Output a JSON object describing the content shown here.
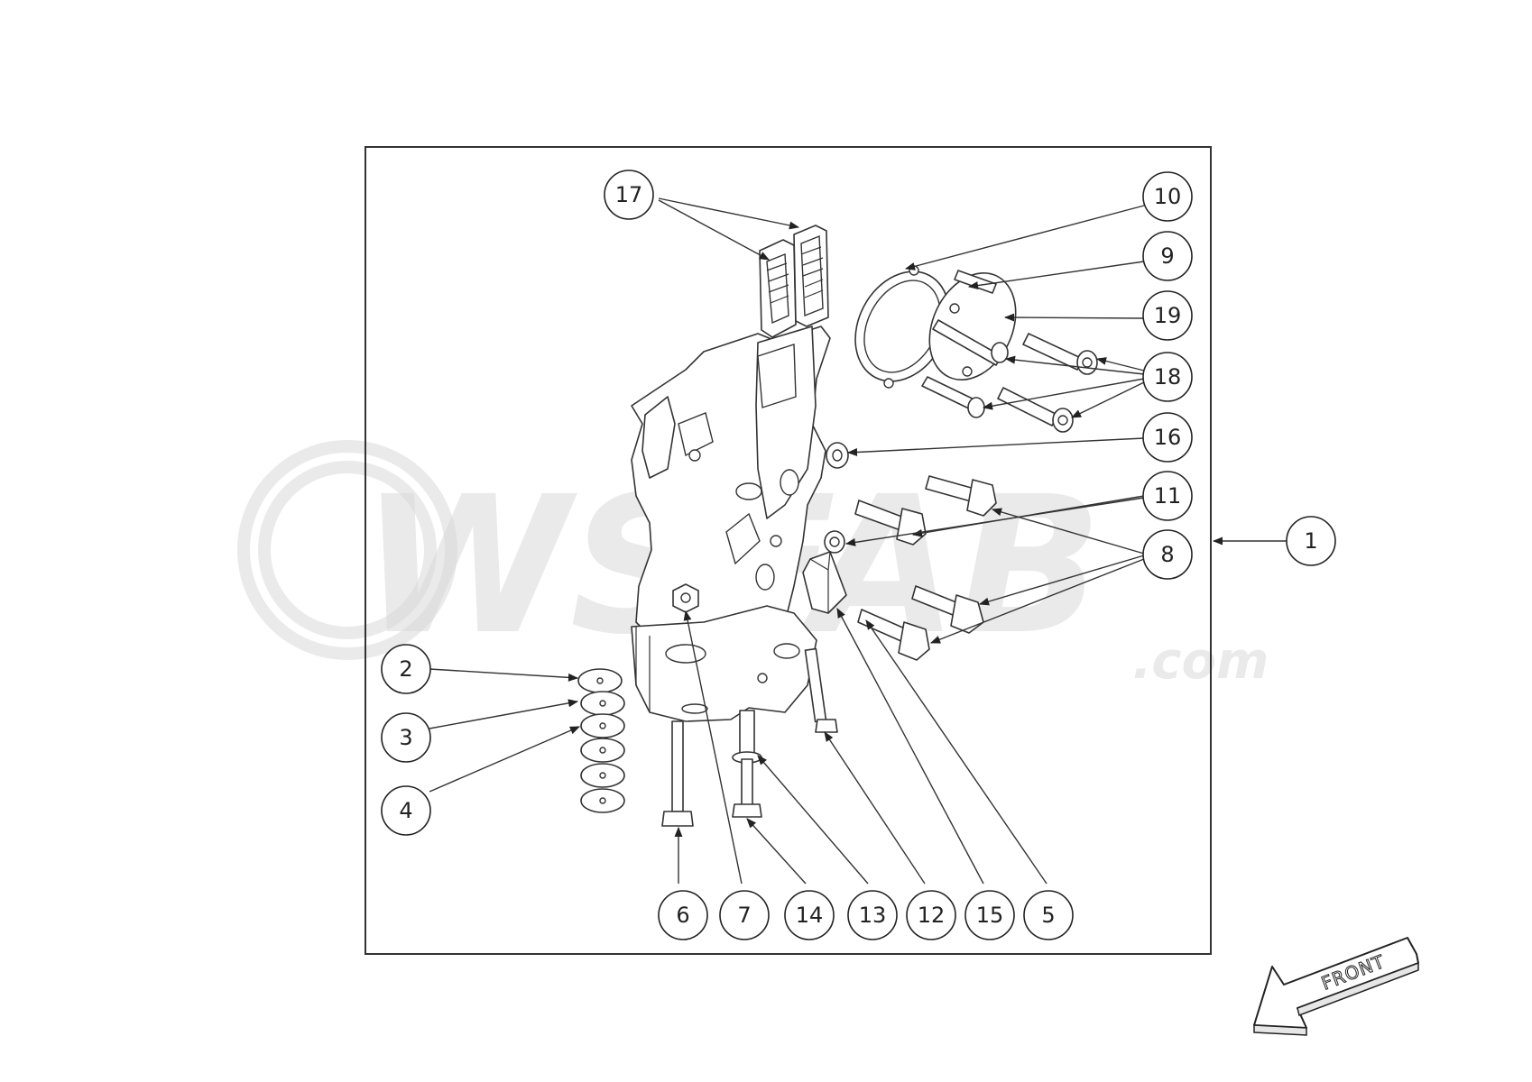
{
  "diagram": {
    "watermark_text": "WSFAB",
    "watermark_suffix": ".com",
    "direction_label": "FRONT",
    "callouts": [
      {
        "id": "1",
        "label": "1"
      },
      {
        "id": "2",
        "label": "2"
      },
      {
        "id": "3",
        "label": "3"
      },
      {
        "id": "4",
        "label": "4"
      },
      {
        "id": "5",
        "label": "5"
      },
      {
        "id": "6",
        "label": "6"
      },
      {
        "id": "7",
        "label": "7"
      },
      {
        "id": "8",
        "label": "8"
      },
      {
        "id": "9",
        "label": "9"
      },
      {
        "id": "10",
        "label": "10"
      },
      {
        "id": "11",
        "label": "11"
      },
      {
        "id": "12",
        "label": "12"
      },
      {
        "id": "13",
        "label": "13"
      },
      {
        "id": "14",
        "label": "14"
      },
      {
        "id": "15",
        "label": "15"
      },
      {
        "id": "16",
        "label": "16"
      },
      {
        "id": "17",
        "label": "17"
      },
      {
        "id": "18",
        "label": "18"
      },
      {
        "id": "19",
        "label": "19"
      }
    ]
  }
}
